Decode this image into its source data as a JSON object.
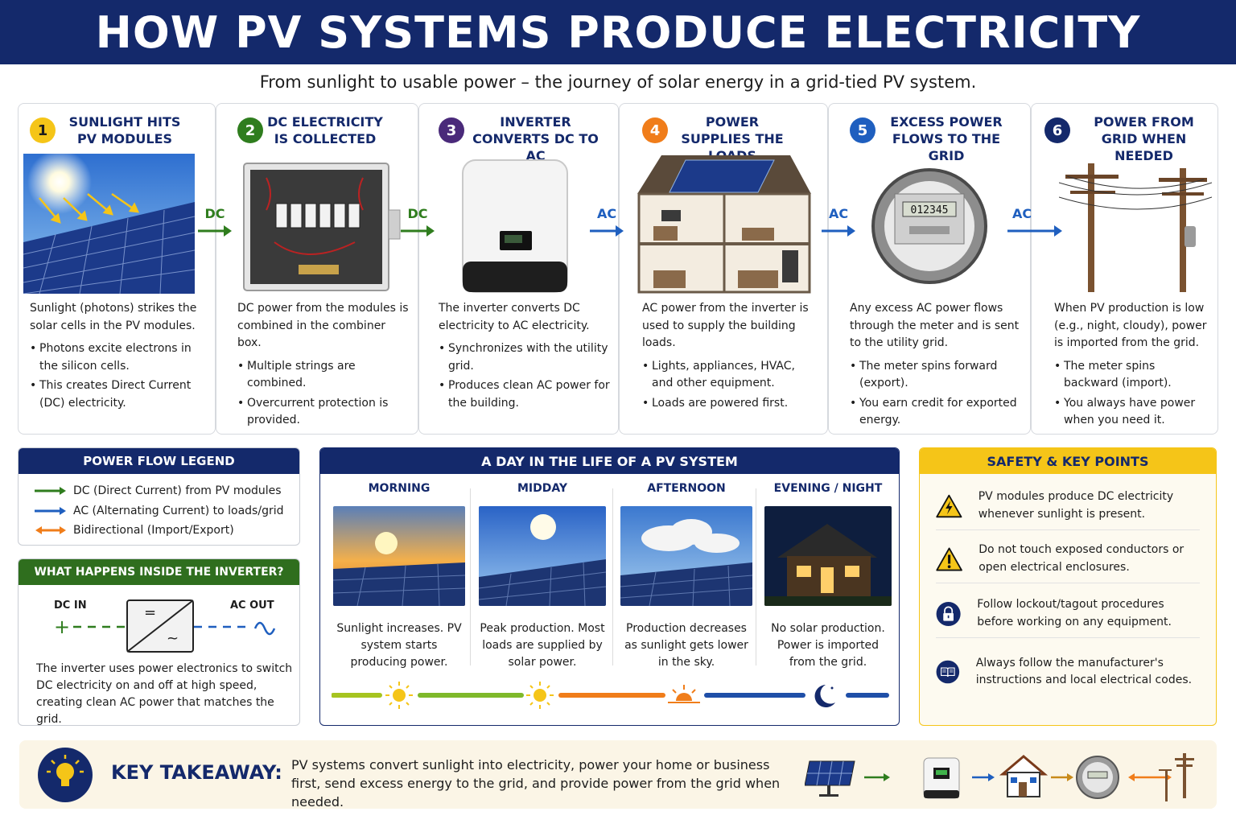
{
  "header": {
    "title": "HOW PV SYSTEMS PRODUCE ELECTRICITY",
    "subtitle": "From sunlight to usable power – the journey of solar energy in a grid-tied PV system."
  },
  "colors": {
    "navy": "#14296b",
    "dc_green": "#2f7d1e",
    "ac_blue": "#1f5fbf",
    "bidirectional_orange": "#f07d1a",
    "safety_yellow": "#f5c518"
  },
  "steps": [
    {
      "num": "1",
      "title": "SUNLIGHT HITS PV MODULES",
      "color": "#f5c518",
      "icon": "solar-panels-sun-image",
      "desc": "Sunlight (photons) strikes the solar cells in the PV modules.",
      "bullets": [
        "Photons excite electrons in the silicon cells.",
        "This creates Direct Current (DC) electricity."
      ]
    },
    {
      "num": "2",
      "title": "DC ELECTRICITY IS COLLECTED",
      "color": "#2f7d1e",
      "icon": "combiner-box-image",
      "desc": "DC power from the modules is combined in the combiner box.",
      "bullets": [
        "Multiple strings are combined.",
        "Overcurrent protection is provided."
      ]
    },
    {
      "num": "3",
      "title": "INVERTER CONVERTS DC TO AC",
      "color": "#4a2a7a",
      "icon": "inverter-image",
      "desc": "The inverter converts DC electricity to AC electricity.",
      "bullets": [
        "Synchronizes with the utility grid.",
        "Produces clean AC power for the building."
      ]
    },
    {
      "num": "4",
      "title": "POWER SUPPLIES THE LOADS",
      "color": "#f07d1a",
      "icon": "house-cutaway-image",
      "desc": "AC power from the inverter is used to supply the building loads.",
      "bullets": [
        "Lights, appliances, HVAC, and other equipment.",
        "Loads are powered first."
      ]
    },
    {
      "num": "5",
      "title": "EXCESS POWER FLOWS TO THE GRID",
      "color": "#1f5fbf",
      "icon": "utility-meter-image",
      "desc": "Any excess AC power flows through the meter and is sent to the utility grid.",
      "bullets": [
        "The meter spins forward (export).",
        "You earn credit for exported energy."
      ]
    },
    {
      "num": "6",
      "title": "POWER FROM GRID WHEN NEEDED",
      "color": "#14296b",
      "icon": "utility-poles-image",
      "desc": "When PV production is low (e.g., night, cloudy), power is imported from the grid.",
      "bullets": [
        "The meter spins backward (import).",
        "You always have power when you need it."
      ]
    }
  ],
  "connectors": [
    "DC",
    "DC",
    "AC",
    "AC",
    "AC"
  ],
  "legend": {
    "title": "POWER FLOW LEGEND",
    "items": [
      {
        "label": "DC (Direct Current) from PV modules",
        "color": "#2f7d1e"
      },
      {
        "label": "AC (Alternating Current) to loads/grid",
        "color": "#1f5fbf"
      },
      {
        "label": "Bidirectional (Import/Export)",
        "color": "#f07d1a"
      }
    ]
  },
  "inverter_panel": {
    "title": "WHAT HAPPENS INSIDE THE INVERTER?",
    "dc_in": "DC IN",
    "ac_out": "AC OUT",
    "desc": "The inverter uses power electronics to switch DC electricity on and off at high speed, creating clean AC power that matches the grid."
  },
  "day": {
    "title": "A DAY IN THE LIFE OF A PV SYSTEM",
    "periods": [
      {
        "name": "MORNING",
        "text": "Sunlight increases. PV system starts producing power.",
        "icon": "sun-icon",
        "bar_color": "#a6c420"
      },
      {
        "name": "MIDDAY",
        "text": "Peak production. Most loads are supplied by solar power.",
        "icon": "sun-icon",
        "bar_color": "#7fb92b"
      },
      {
        "name": "AFTERNOON",
        "text": "Production decreases as sunlight gets lower in the sky.",
        "icon": "sunset-icon",
        "bar_color": "#f07d1a"
      },
      {
        "name": "EVENING / NIGHT",
        "text": "No solar production. Power is imported from the grid.",
        "icon": "moon-icon",
        "bar_color": "#1f4fa8"
      }
    ]
  },
  "safety": {
    "title": "SAFETY & KEY POINTS",
    "items": [
      {
        "icon": "electric-hazard-icon",
        "text": "PV modules produce DC electricity whenever sunlight is present."
      },
      {
        "icon": "warning-icon",
        "text": "Do not touch exposed conductors or open electrical enclosures."
      },
      {
        "icon": "lock-icon",
        "text": "Follow lockout/tagout procedures before working on any equipment."
      },
      {
        "icon": "manual-book-icon",
        "text": "Always follow the manufacturer's instructions and local electrical codes."
      }
    ]
  },
  "takeaway": {
    "label": "KEY TAKEAWAY:",
    "text": "PV systems convert sunlight into electricity, power your home or business first, send excess energy to the grid, and provide power from the grid when needed."
  }
}
